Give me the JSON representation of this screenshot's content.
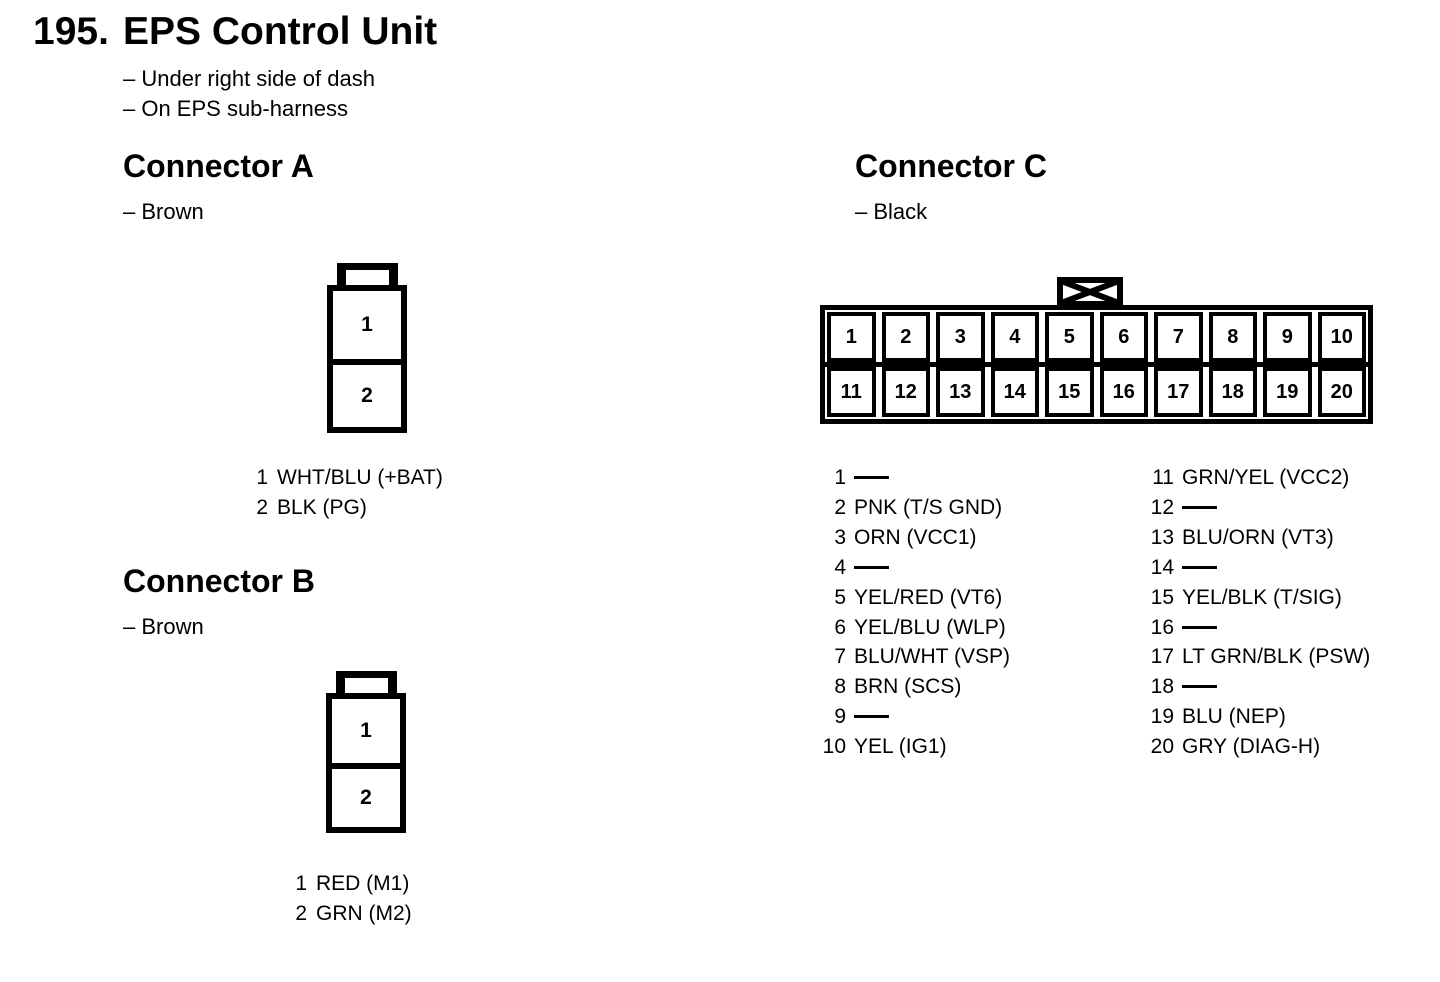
{
  "page": {
    "section_number": "195.",
    "title": "EPS Control Unit",
    "location_notes": [
      "– Under right side of dash",
      "– On EPS sub-harness"
    ],
    "colors": {
      "ink": "#000000",
      "paper": "#ffffff"
    }
  },
  "connector_a": {
    "heading": "Connector A",
    "color_note": "– Brown",
    "pins": [
      "1",
      "2"
    ],
    "legend": [
      {
        "pin": "1",
        "label": "WHT/BLU (+BAT)"
      },
      {
        "pin": "2",
        "label": "BLK (PG)"
      }
    ]
  },
  "connector_b": {
    "heading": "Connector B",
    "color_note": "– Brown",
    "pins": [
      "1",
      "2"
    ],
    "legend": [
      {
        "pin": "1",
        "label": "RED (M1)"
      },
      {
        "pin": "2",
        "label": "GRN (M2)"
      }
    ]
  },
  "connector_c": {
    "heading": "Connector C",
    "color_note": "– Black",
    "pin_rows": [
      [
        "1",
        "2",
        "3",
        "4",
        "5",
        "6",
        "7",
        "8",
        "9",
        "10"
      ],
      [
        "11",
        "12",
        "13",
        "14",
        "15",
        "16",
        "17",
        "18",
        "19",
        "20"
      ]
    ],
    "legend_left": [
      {
        "pin": "1",
        "label": ""
      },
      {
        "pin": "2",
        "label": "PNK (T/S GND)"
      },
      {
        "pin": "3",
        "label": "ORN (VCC1)"
      },
      {
        "pin": "4",
        "label": ""
      },
      {
        "pin": "5",
        "label": "YEL/RED (VT6)"
      },
      {
        "pin": "6",
        "label": "YEL/BLU (WLP)"
      },
      {
        "pin": "7",
        "label": "BLU/WHT (VSP)"
      },
      {
        "pin": "8",
        "label": "BRN (SCS)"
      },
      {
        "pin": "9",
        "label": ""
      },
      {
        "pin": "10",
        "label": "YEL (IG1)"
      }
    ],
    "legend_right": [
      {
        "pin": "11",
        "label": "GRN/YEL (VCC2)"
      },
      {
        "pin": "12",
        "label": ""
      },
      {
        "pin": "13",
        "label": "BLU/ORN (VT3)"
      },
      {
        "pin": "14",
        "label": ""
      },
      {
        "pin": "15",
        "label": "YEL/BLK (T/SIG)"
      },
      {
        "pin": "16",
        "label": ""
      },
      {
        "pin": "17",
        "label": "LT GRN/BLK (PSW)"
      },
      {
        "pin": "18",
        "label": ""
      },
      {
        "pin": "19",
        "label": "BLU (NEP)"
      },
      {
        "pin": "20",
        "label": "GRY (DIAG-H)"
      }
    ]
  }
}
